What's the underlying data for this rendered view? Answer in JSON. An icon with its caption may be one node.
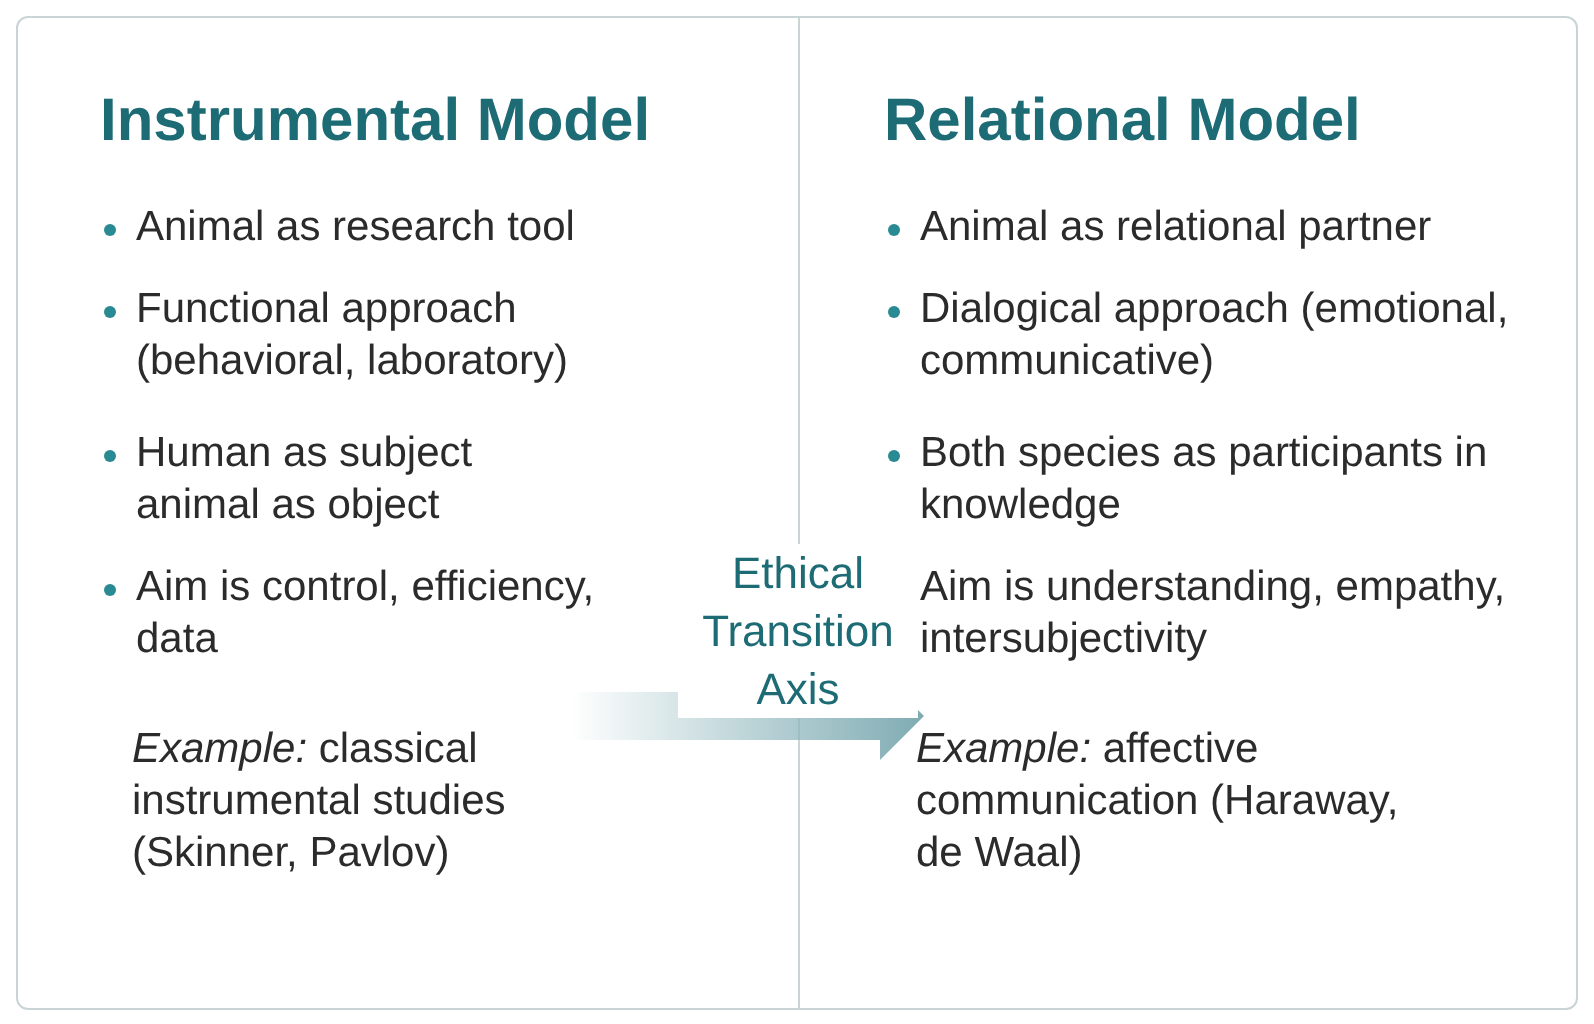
{
  "diagram": {
    "nodes": [
      {
        "text": [
          "Instrumental Model",
          "Animal as research tool",
          "Functional approach (behavioral, laboratory)",
          "Human as subject animal as object",
          "Aim is control, efficiency, data",
          "*Example:* classical instrumental studies (Skinner, Pavlov)"
        ]
      },
      {
        "text": [
          "Relational Model",
          "Animal as relational partner",
          "Dialogical approach (emotional, communicative)",
          "Both species as participants in knowledge",
          "Aim is understanding, empathy, intersubjectivity",
          "*Example:* affective communication (Haraway, de Waal)"
        ]
      }
    ],
    "labels": [
      "Ethical Transition Axis"
    ]
  }
}
